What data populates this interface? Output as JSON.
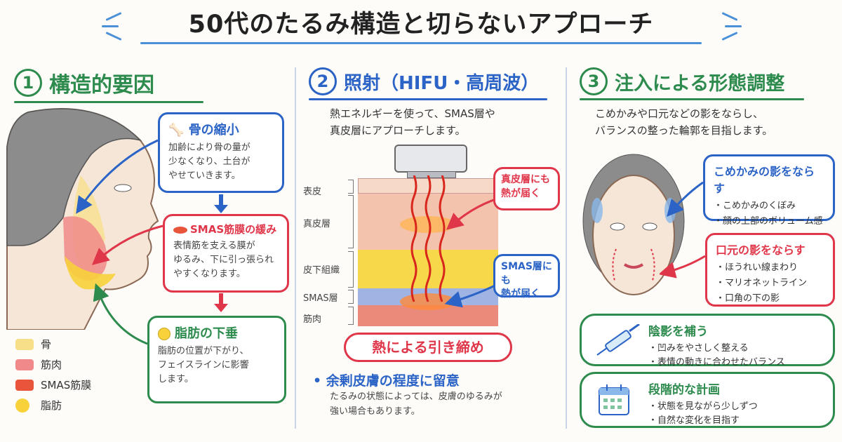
{
  "title": "50代のたるみ構造と切らないアプローチ",
  "section1": {
    "number": "1",
    "title": "構造的要因",
    "bone": {
      "title": "骨の縮小",
      "text": "加齢により骨の量が\n少なくなり、土台が\nやせていきます。"
    },
    "smas": {
      "title": "SMAS筋膜の緩み",
      "text": "表情筋を支える膜が\nゆるみ、下に引っ張られ\nやすくなります。"
    },
    "fat": {
      "title": "脂肪の下垂",
      "text": "脂肪の位置が下がり、\nフェイスラインに影響\nします。"
    },
    "legend": [
      {
        "label": "骨",
        "color": "#f7df8a"
      },
      {
        "label": "筋肉",
        "color": "#f08a8a"
      },
      {
        "label": "SMAS筋膜",
        "color": "#e8553a"
      },
      {
        "label": "脂肪",
        "color": "#f7d23a"
      }
    ]
  },
  "section2": {
    "number": "2",
    "title": "照射（HIFU・高周波）",
    "intro": "熱エネルギーを使って、SMAS層や\n真皮層にアプローチします。",
    "layers": [
      "表皮",
      "真皮層",
      "皮下組織",
      "SMAS層",
      "筋肉"
    ],
    "callout1": "真皮層にも\n熱が届く",
    "callout2": "SMAS層にも\n熱が届く",
    "banner": "熱による引き締め",
    "note_title": "余剰皮膚の程度に留意",
    "note_text": "たるみの状態によっては、皮膚のゆるみが\n強い場合もあります。"
  },
  "section3": {
    "number": "3",
    "title": "注入による形態調整",
    "intro": "こめかみや口元などの影をならし、\nバランスの整った輪郭を目指します。",
    "temple": {
      "title": "こめかみの影をならす",
      "items": [
        "こめかみのくぼみ",
        "顔の上部のボリューム感"
      ]
    },
    "mouth": {
      "title": "口元の影をならす",
      "items": [
        "ほうれい線まわり",
        "マリオネットライン",
        "口角の下の影"
      ]
    },
    "shadow": {
      "title": "陰影を補う",
      "items": [
        "凹みをやさしく整える",
        "表情の動きに合わせたバランス"
      ]
    },
    "plan": {
      "title": "段階的な計画",
      "items": [
        "状態を見ながら少しずつ",
        "自然な変化を目指す"
      ]
    }
  },
  "colors": {
    "green": "#2e8b4e",
    "blue": "#2b64c6",
    "red": "#e0364a"
  }
}
